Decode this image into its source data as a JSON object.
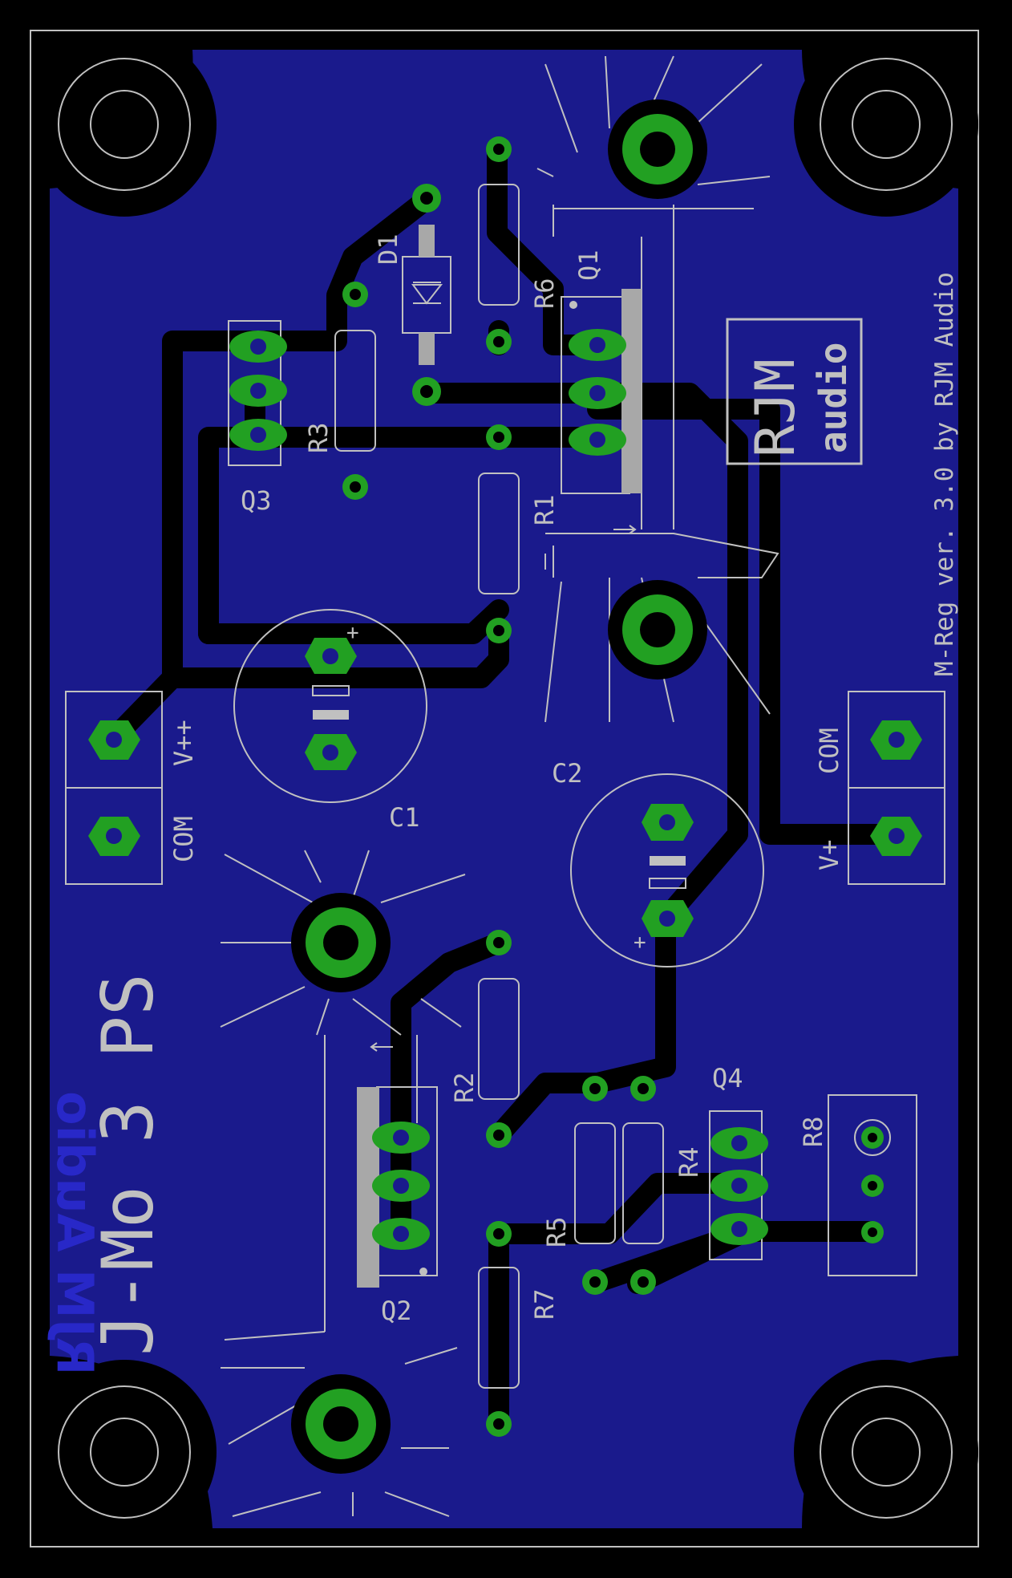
{
  "colors": {
    "background": "#000000",
    "copper_pour": "#1a1a8c",
    "trace": "#000000",
    "pad": "#22a022",
    "silkscreen": "#c0c0c0",
    "bottom_text": "#2828c8",
    "drill": "#000000"
  },
  "board": {
    "version_text": "M-Reg ver. 3.0 by RJM Audio",
    "bottom_logo": "RJM Audio",
    "title": "J-Mo 3 PS",
    "logo_top": "RJM",
    "logo_bottom": "audio"
  },
  "labels": {
    "D1": "D1",
    "R6": "R6",
    "Q1": "Q1",
    "R3": "R3",
    "Q3": "Q3",
    "R1": "R1",
    "C1": "C1",
    "C2": "C2",
    "R2": "R2",
    "Q4": "Q4",
    "R4": "R4",
    "R8": "R8",
    "R5": "R5",
    "Q2": "Q2",
    "R7": "R7",
    "vpp": "V++",
    "com_left": "COM",
    "com_right": "COM",
    "vp": "V+",
    "plus_c1": "+",
    "plus_c2": "+"
  }
}
